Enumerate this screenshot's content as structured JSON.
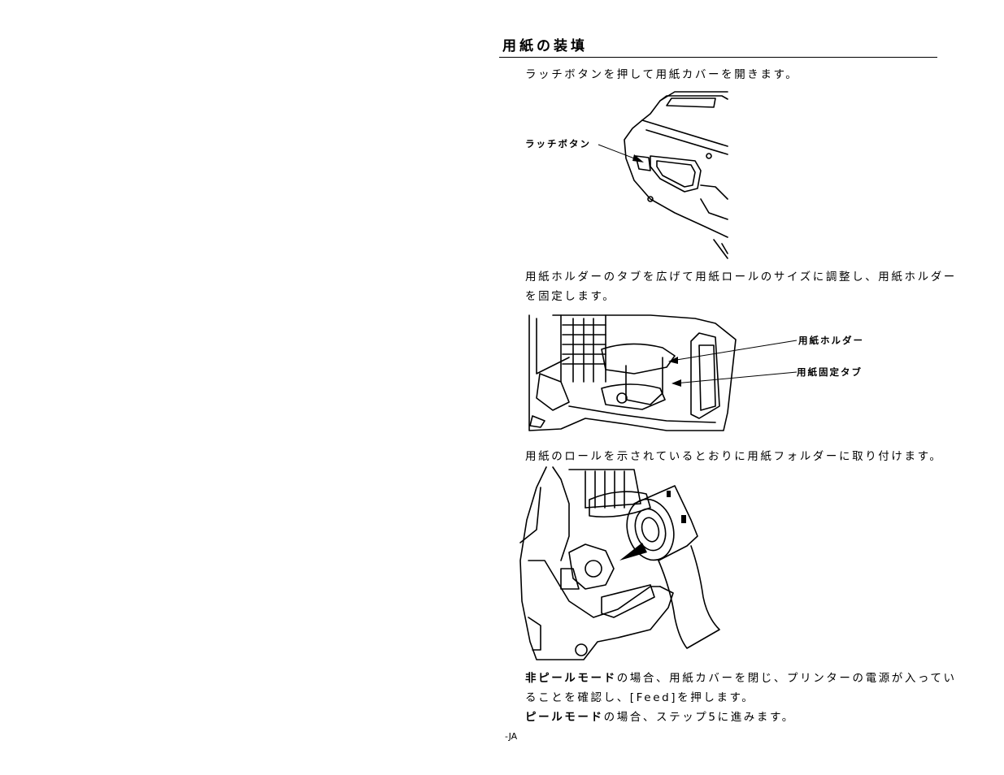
{
  "section": {
    "title": "用紙の装填"
  },
  "steps": {
    "step1_text": "ラッチボタンを押して用紙カバーを開きます。",
    "step2_line1": "用紙ホルダーのタブを広げて用紙ロールのサイズに調整し、用紙ホルダー",
    "step2_line2": "を固定します。",
    "step3_text": "用紙のロールを示されているとおりに用紙フォルダーに取り付けます。",
    "step4_bold1": "非ピールモード",
    "step4_line1_rest": "の場合、用紙カバーを閉じ、プリンターの電源が入ってい",
    "step4_line2": "ることを確認し、[Feed]を押します。",
    "step5_bold": "ピールモード",
    "step5_rest": "の場合、ステップ5に進みます。"
  },
  "callouts": {
    "latch_button": "ラッチボタン",
    "media_holder": "用紙ホルダー",
    "media_lock_tab": "用紙固定タブ"
  },
  "footer": {
    "page_label": "-JA"
  }
}
